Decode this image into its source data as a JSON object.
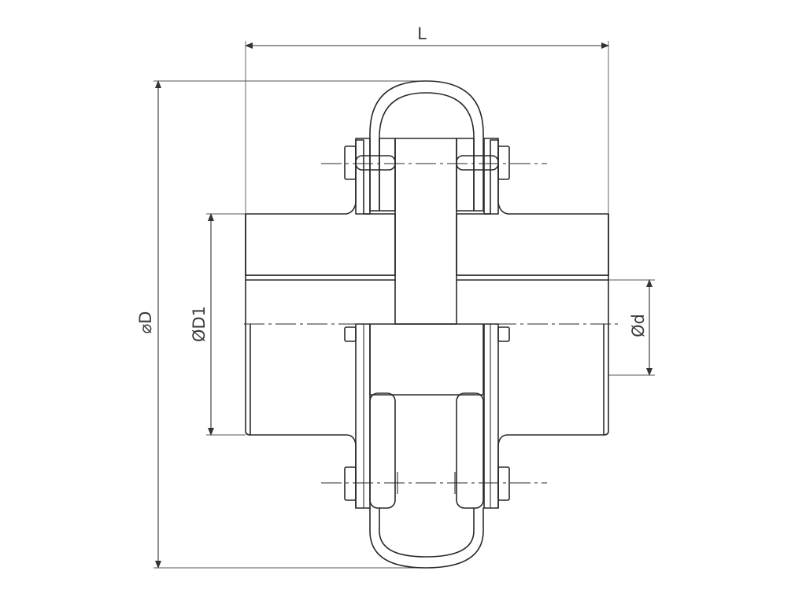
{
  "labels": {
    "overall_length": "L",
    "outer_diameter": "⌀D",
    "hub_diameter": "ØD1",
    "bore_diameter": "Ød"
  },
  "colors": {
    "line": "#2a2a2a",
    "background": "#ffffff"
  }
}
